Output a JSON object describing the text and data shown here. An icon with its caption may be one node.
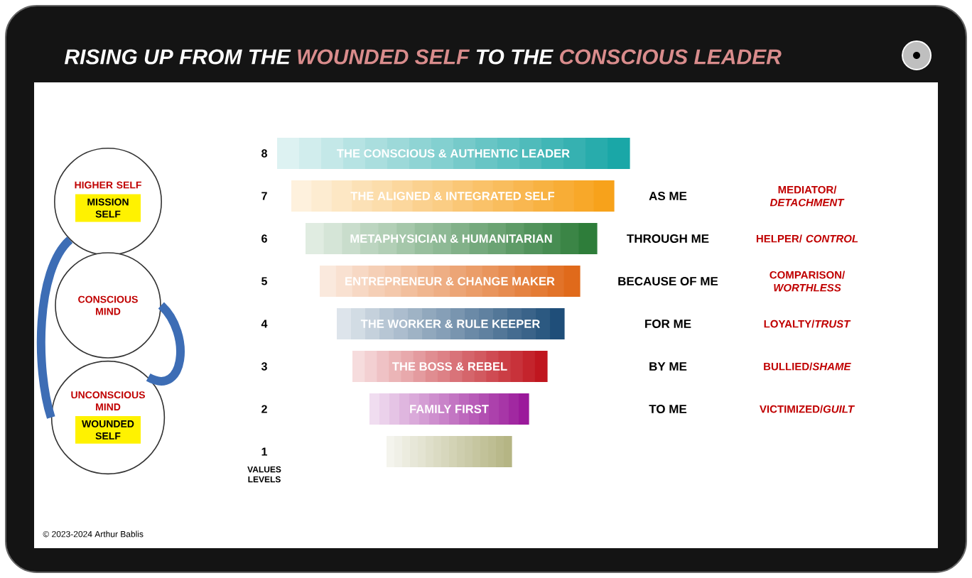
{
  "diagram": {
    "title": "RISING UP FROM THE **WOUNDED SELF** TO THE **CONSCIOUS LEADER**",
    "nodes": [
      {
        "text": [
          "HIGHER SELF",
          "MISSION SELF"
        ]
      },
      {
        "text": [
          "CONSCIOUS MIND"
        ]
      },
      {
        "text": [
          "UNCONSCIOUS MIND",
          "WOUNDED SELF"
        ]
      },
      {
        "text": [
          "THE CONSCIOUS & AUTHENTIC LEADER"
        ]
      },
      {
        "text": [
          "THE ALIGNED & INTEGRATED SELF"
        ]
      },
      {
        "text": [
          "METAPHYSICIAN & HUMANITARIAN"
        ]
      },
      {
        "text": [
          "ENTREPRENEUR & CHANGE MAKER"
        ]
      },
      {
        "text": [
          "THE WORKER & RULE KEEPER"
        ]
      },
      {
        "text": [
          "THE BOSS & REBEL"
        ]
      },
      {
        "text": [
          "FAMILY FIRST"
        ]
      },
      {
        "text": [],
        "shape": "bar"
      }
    ],
    "edges": [
      {
        "from": 0,
        "to": 2,
        "arrow": "none"
      },
      {
        "from": 1,
        "to": 2,
        "arrow": "none"
      }
    ],
    "labels": [
      "8",
      "7",
      "AS ME",
      "MEDIATOR/ *DETACHMENT*",
      "6",
      "THROUGH ME",
      "HELPER/ *CONTROL*",
      "5",
      "BECAUSE OF ME",
      "COMPARISON/ *WORTHLESS*",
      "4",
      "FOR ME",
      "LOYALTY/*TRUST*",
      "3",
      "BY ME",
      "BULLIED/*SHAME*",
      "2",
      "TO ME",
      "VICTIMIZED/*GUILT*",
      "1",
      "VALUES LEVELS",
      "© 2023-2024 Arthur Bablis"
    ]
  }
}
